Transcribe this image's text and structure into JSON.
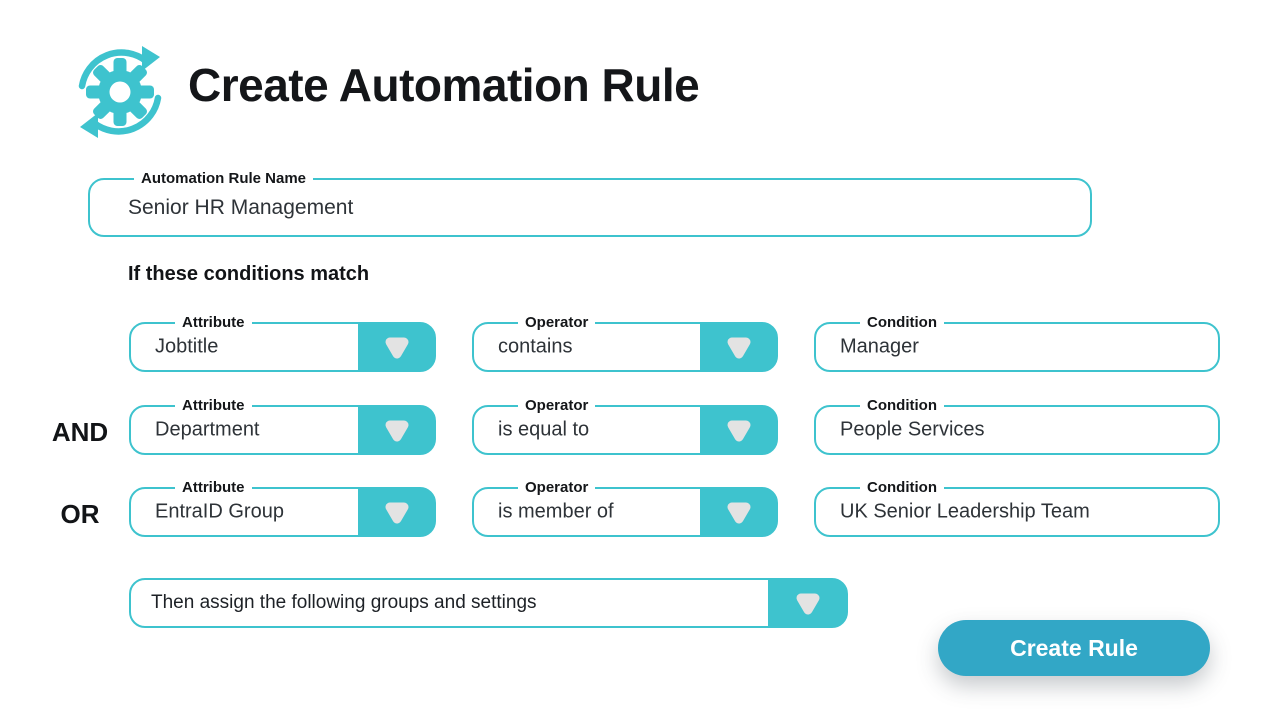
{
  "header": {
    "title": "Create Automation Rule",
    "icon": "gear-sync-icon"
  },
  "rule_name_field": {
    "label": "Automation Rule Name",
    "value": "Senior HR Management"
  },
  "conditions": {
    "heading": "If these conditions match",
    "column_labels": {
      "attribute": "Attribute",
      "operator": "Operator",
      "condition": "Condition"
    },
    "rows": [
      {
        "logic": "",
        "attribute": "Jobtitle",
        "operator": "contains",
        "condition": "Manager"
      },
      {
        "logic": "AND",
        "attribute": "Department",
        "operator": "is equal to",
        "condition": "People Services"
      },
      {
        "logic": "OR",
        "attribute": "EntraID Group",
        "operator": "is member of",
        "condition": "UK Senior Leadership Team"
      }
    ]
  },
  "assign_dropdown": {
    "text": "Then assign the following groups and settings"
  },
  "actions": {
    "create_rule_label": "Create Rule"
  },
  "colors": {
    "teal": "#3EC3CE",
    "create_button": "#32A7C6",
    "dropdown_arrow": "#E3E3E3",
    "text_dark": "#141619"
  }
}
